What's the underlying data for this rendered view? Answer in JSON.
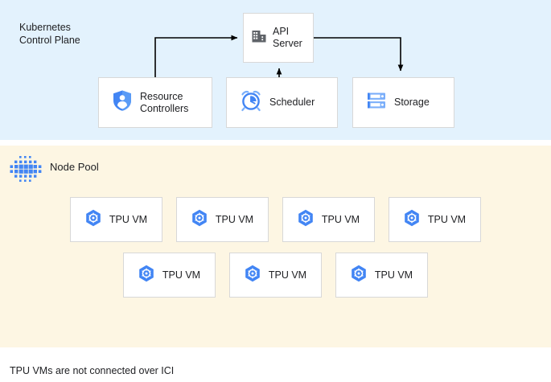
{
  "control_plane": {
    "title": "Kubernetes\nControl Plane",
    "background_color": "#e3f2fd",
    "boxes": [
      {
        "id": "api-server",
        "label": "API\nServer",
        "icon": "building-icon",
        "icon_color": "#5f6368"
      },
      {
        "id": "resource-controllers",
        "label": "Resource\nControllers",
        "icon": "shield-person-icon",
        "icon_color": "#4285f4"
      },
      {
        "id": "scheduler",
        "label": "Scheduler",
        "icon": "alarm-clock-icon",
        "icon_color": "#4285f4"
      },
      {
        "id": "storage",
        "label": "Storage",
        "icon": "server-storage-icon",
        "icon_color": "#4285f4"
      }
    ],
    "connectors": [
      {
        "from": "resource-controllers",
        "to": "api-server",
        "direction": "to-api-server"
      },
      {
        "from": "scheduler",
        "to": "api-server",
        "direction": "to-api-server"
      },
      {
        "from": "api-server",
        "to": "storage",
        "direction": "to-storage"
      }
    ]
  },
  "node_pool": {
    "title": "Node Pool",
    "icon": "node-pool-dots-icon",
    "background_color": "#fdf6e3",
    "accent_color": "#4285f4",
    "vm_label": "TPU VM",
    "vm_icon": "tpu-hexagon-gear-icon",
    "rows": [
      {
        "count": 4,
        "labels": [
          "TPU VM",
          "TPU VM",
          "TPU VM",
          "TPU VM"
        ]
      },
      {
        "count": 3,
        "labels": [
          "TPU VM",
          "TPU VM",
          "TPU VM"
        ]
      }
    ]
  },
  "footnote": "TPU VMs are not connected over ICI"
}
